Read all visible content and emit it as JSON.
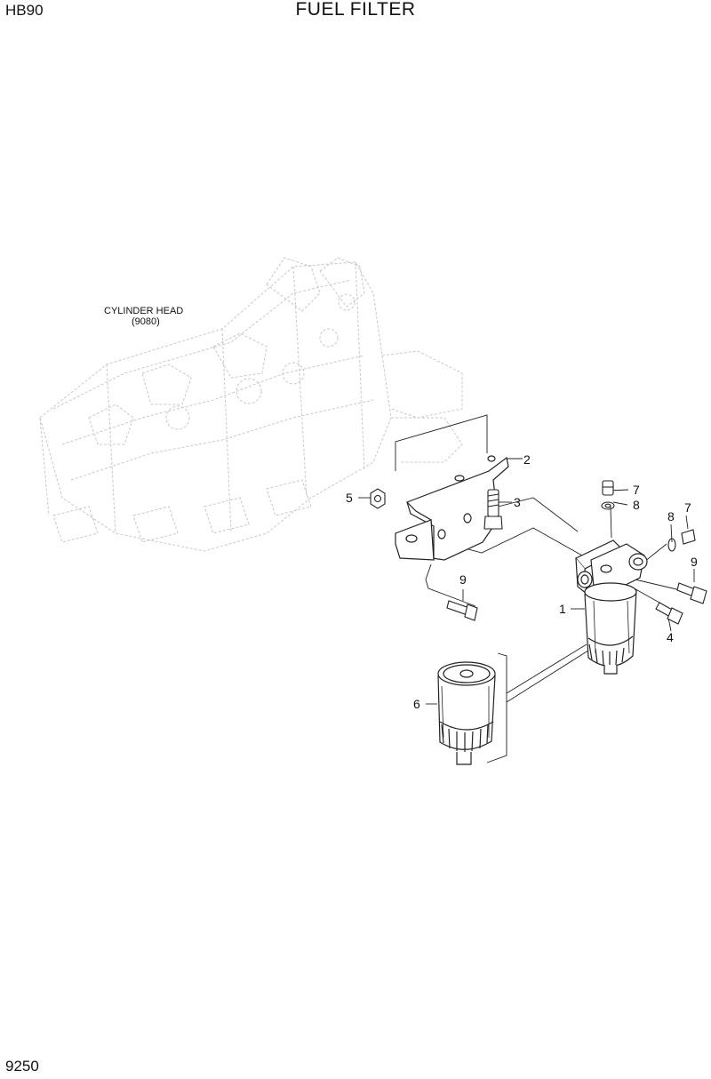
{
  "header": {
    "model": "HB90",
    "title": "FUEL FILTER"
  },
  "footer": {
    "page_number": "9250"
  },
  "reference": {
    "name": "CYLINDER HEAD",
    "code": "(9080)"
  },
  "callouts": [
    "2",
    "5",
    "3",
    "7",
    "8",
    "8",
    "7",
    "9",
    "9",
    "1",
    "4",
    "6"
  ]
}
